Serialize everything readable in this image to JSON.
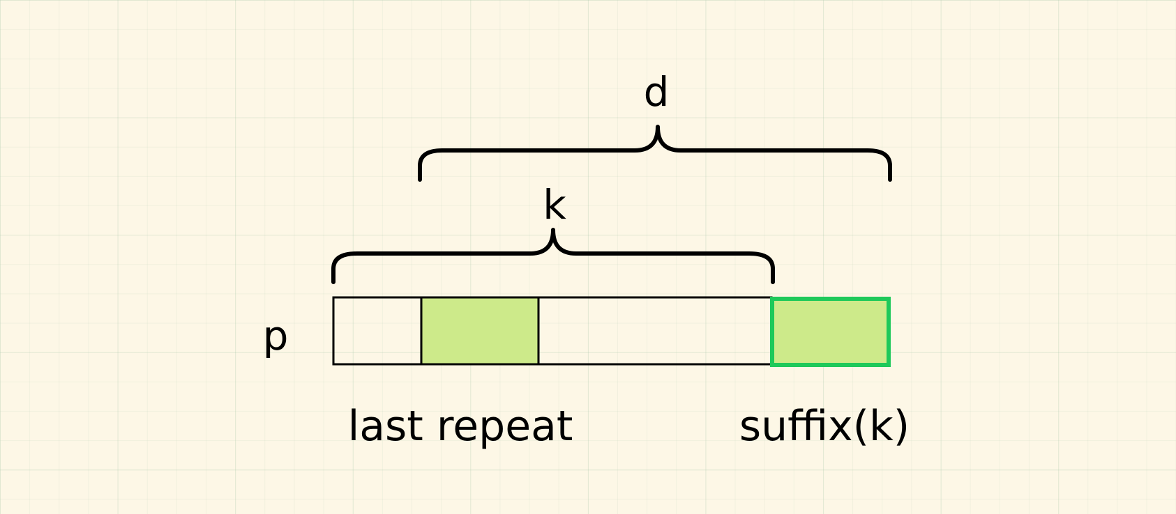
{
  "labels": {
    "d": "d",
    "k": "k",
    "p": "p",
    "last_repeat": "last repeat",
    "suffix": "suffix(k)"
  },
  "colors": {
    "background": "#fdf7e6",
    "highlight_fill": "#cdea8a",
    "suffix_border": "#1ec95a",
    "line": "#000000"
  }
}
